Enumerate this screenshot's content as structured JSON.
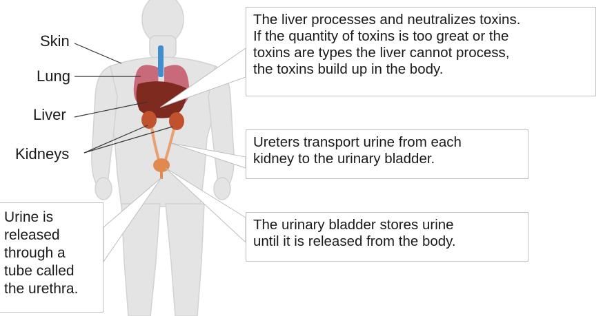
{
  "organ_labels": {
    "skin": "Skin",
    "lung": "Lung",
    "liver": "Liver",
    "kidneys": "Kidneys"
  },
  "callouts": {
    "liver_text": [
      "The liver processes and neutralizes toxins.",
      "If the quantity of toxins is too great or the",
      "toxins are types the liver cannot process,",
      "the toxins build up in the body."
    ],
    "ureters_text": [
      "Ureters transport urine from each",
      "kidney to the urinary bladder."
    ],
    "bladder_text": [
      "The urinary bladder stores urine",
      "until it is released from the body."
    ],
    "urethra_text": [
      "Urine is",
      "released",
      "through a",
      "tube called",
      "the urethra."
    ]
  },
  "colors": {
    "body": "#e4e4e4",
    "body_outline": "#d2d2d2",
    "lung": "#c96a7a",
    "liver": "#7e2a1e",
    "kidney": "#c0522e",
    "ureter": "#e8a070",
    "bladder": "#e08a50",
    "trachea": "#3f8fd0",
    "leader_line": "#333333",
    "callout_line": "#bdbdbd",
    "callout_border": "#bfbfbf"
  }
}
